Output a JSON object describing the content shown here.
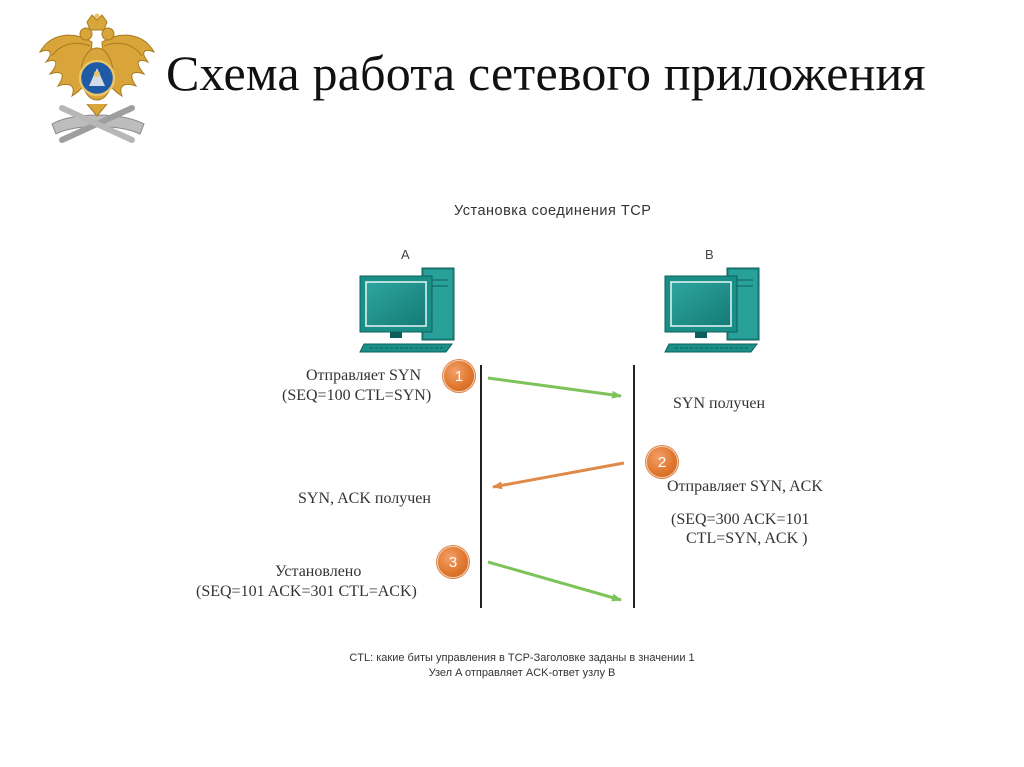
{
  "page": {
    "title": "Схема работа сетевого приложения"
  },
  "emblem": {
    "icon": "double-headed-eagle-emblem-icon",
    "colors": [
      "#c9952e",
      "#e9c46a",
      "#b0b0b0",
      "#1f5aa6"
    ]
  },
  "diagram": {
    "title": "Установка соединения TCP",
    "node_a": {
      "label": "A",
      "icon": "computer-icon"
    },
    "node_b": {
      "label": "B",
      "icon": "computer-icon"
    },
    "colors": {
      "forward_arrow": "#7cc45a",
      "return_arrow": "#e08a4a",
      "badge": "#e0782f",
      "monitor": "#1a8f88"
    },
    "steps": [
      {
        "number": "1",
        "direction": "A→B",
        "sender_text": [
          "Отправляет SYN",
          "(SEQ=100    CTL=SYN)"
        ],
        "receiver_text": [
          "SYN получен"
        ]
      },
      {
        "number": "2",
        "direction": "B→A",
        "sender_text": [
          "Отправляет SYN, ACK",
          "(SEQ=300   ACK=101",
          "CTL=SYN, ACK )"
        ],
        "receiver_text": [
          "SYN, ACK получен"
        ]
      },
      {
        "number": "3",
        "direction": "A→B",
        "sender_text": [
          "Установлено",
          "(SEQ=101   ACK=301   CTL=ACK)"
        ]
      }
    ],
    "footnote": [
      "CTL: какие биты управления в TCP-Заголовке заданы в значении 1",
      "Узел A отправляет ACK-ответ узлу B"
    ]
  }
}
